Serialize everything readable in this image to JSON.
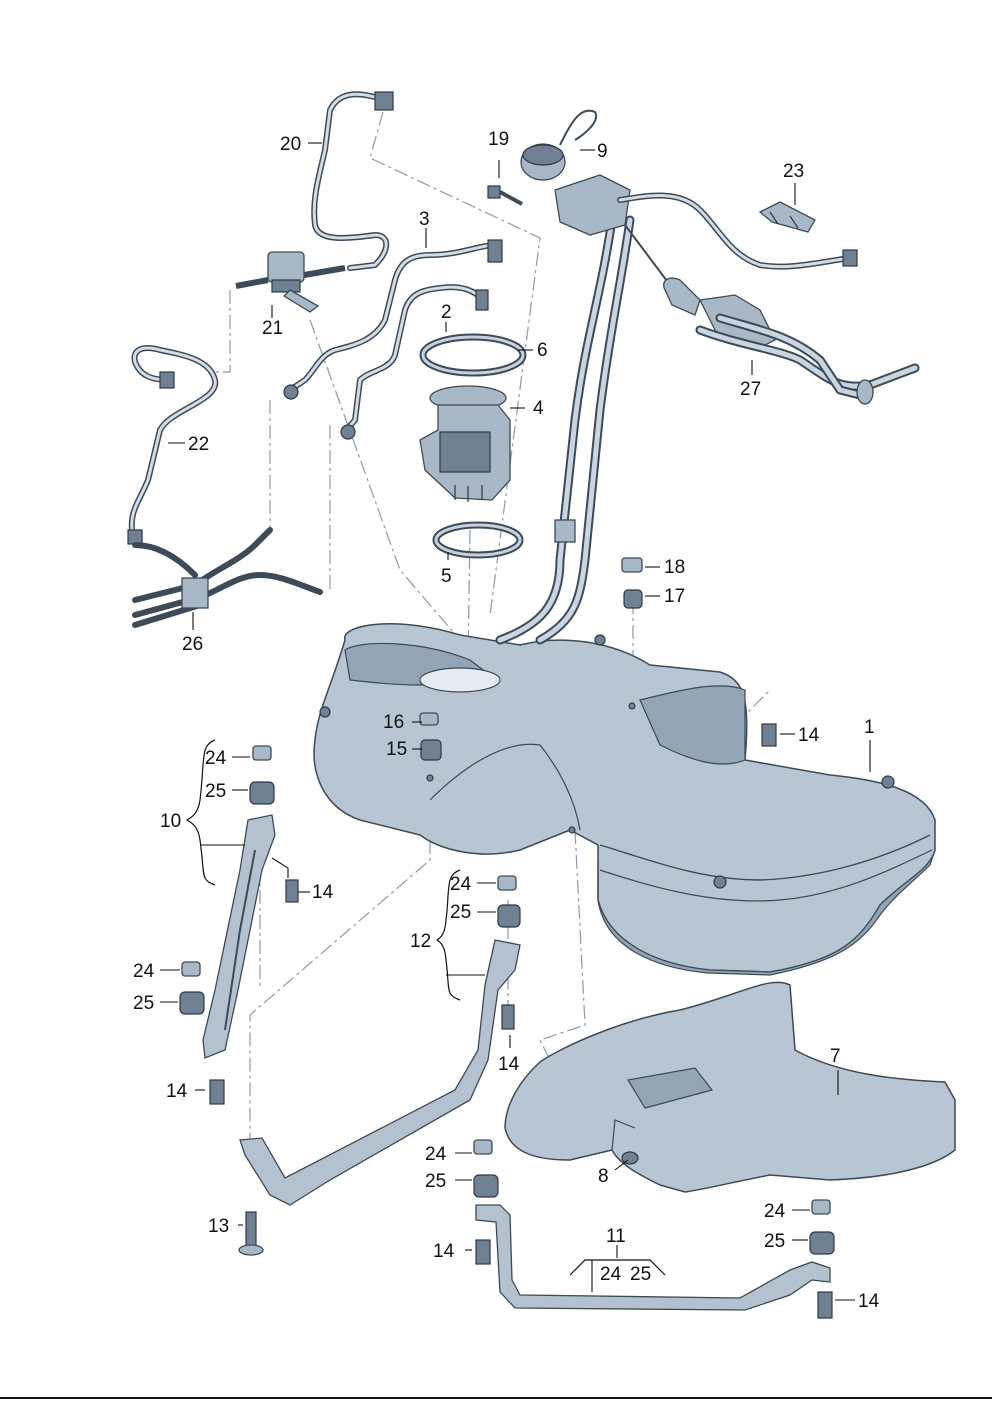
{
  "diagram": {
    "callouts": [
      {
        "id": "c1",
        "text": "1"
      },
      {
        "id": "c2",
        "text": "2"
      },
      {
        "id": "c3",
        "text": "3"
      },
      {
        "id": "c4",
        "text": "4"
      },
      {
        "id": "c5",
        "text": "5"
      },
      {
        "id": "c6",
        "text": "6"
      },
      {
        "id": "c7",
        "text": "7"
      },
      {
        "id": "c8",
        "text": "8"
      },
      {
        "id": "c9",
        "text": "9"
      },
      {
        "id": "c10",
        "text": "10"
      },
      {
        "id": "c11",
        "text": "11"
      },
      {
        "id": "c12",
        "text": "12"
      },
      {
        "id": "c13",
        "text": "13"
      },
      {
        "id": "c14a",
        "text": "14"
      },
      {
        "id": "c14b",
        "text": "14"
      },
      {
        "id": "c14c",
        "text": "14"
      },
      {
        "id": "c14d",
        "text": "14"
      },
      {
        "id": "c14e",
        "text": "14"
      },
      {
        "id": "c14f",
        "text": "14"
      },
      {
        "id": "c15",
        "text": "15"
      },
      {
        "id": "c16",
        "text": "16"
      },
      {
        "id": "c17",
        "text": "17"
      },
      {
        "id": "c18",
        "text": "18"
      },
      {
        "id": "c19",
        "text": "19"
      },
      {
        "id": "c20",
        "text": "20"
      },
      {
        "id": "c21",
        "text": "21"
      },
      {
        "id": "c22",
        "text": "22"
      },
      {
        "id": "c23",
        "text": "23"
      },
      {
        "id": "c24a",
        "text": "24"
      },
      {
        "id": "c24b",
        "text": "24"
      },
      {
        "id": "c24c",
        "text": "24"
      },
      {
        "id": "c24d",
        "text": "24"
      },
      {
        "id": "c24e",
        "text": "24"
      },
      {
        "id": "c24f",
        "text": "24"
      },
      {
        "id": "c25a",
        "text": "25"
      },
      {
        "id": "c25b",
        "text": "25"
      },
      {
        "id": "c25c",
        "text": "25"
      },
      {
        "id": "c25d",
        "text": "25"
      },
      {
        "id": "c25e",
        "text": "25"
      },
      {
        "id": "c25f",
        "text": "25"
      },
      {
        "id": "c26",
        "text": "26"
      },
      {
        "id": "c27",
        "text": "27"
      }
    ],
    "colors": {
      "metal": "#b8c6d4",
      "outline": "#3d4a57",
      "leader": "#111111",
      "phantom": "#8a9aa8"
    }
  }
}
